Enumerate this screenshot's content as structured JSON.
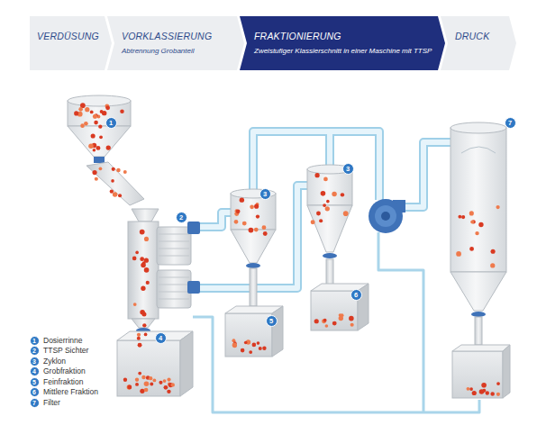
{
  "diagram": {
    "nodes": [
      {
        "text": [
          "VERDÜSUNG"
        ]
      },
      {
        "text": [
          "VORKLASSIERUNG",
          "Abtrennung Grobanteil"
        ]
      },
      {
        "text": [
          "FRAKTIONIERUNG",
          "Zweistufiger Klassierschnitt in einer Maschine mit TTSP"
        ]
      },
      {
        "text": [
          "DRUCK"
        ]
      }
    ],
    "labels": [
      "1",
      "2",
      "3",
      "3",
      "4",
      "5",
      "6",
      "7",
      "1",
      "2",
      "3",
      "4",
      "5",
      "6",
      "7"
    ],
    "legend": [
      {
        "text": "Dosierrinne"
      },
      {
        "text": "TTSP Sichter"
      },
      {
        "text": "Zyklon"
      },
      {
        "text": "Grobfraktion"
      },
      {
        "text": "Feinfraktion"
      },
      {
        "text": "Mittlere Fraktion"
      },
      {
        "text": "Filter"
      }
    ]
  }
}
